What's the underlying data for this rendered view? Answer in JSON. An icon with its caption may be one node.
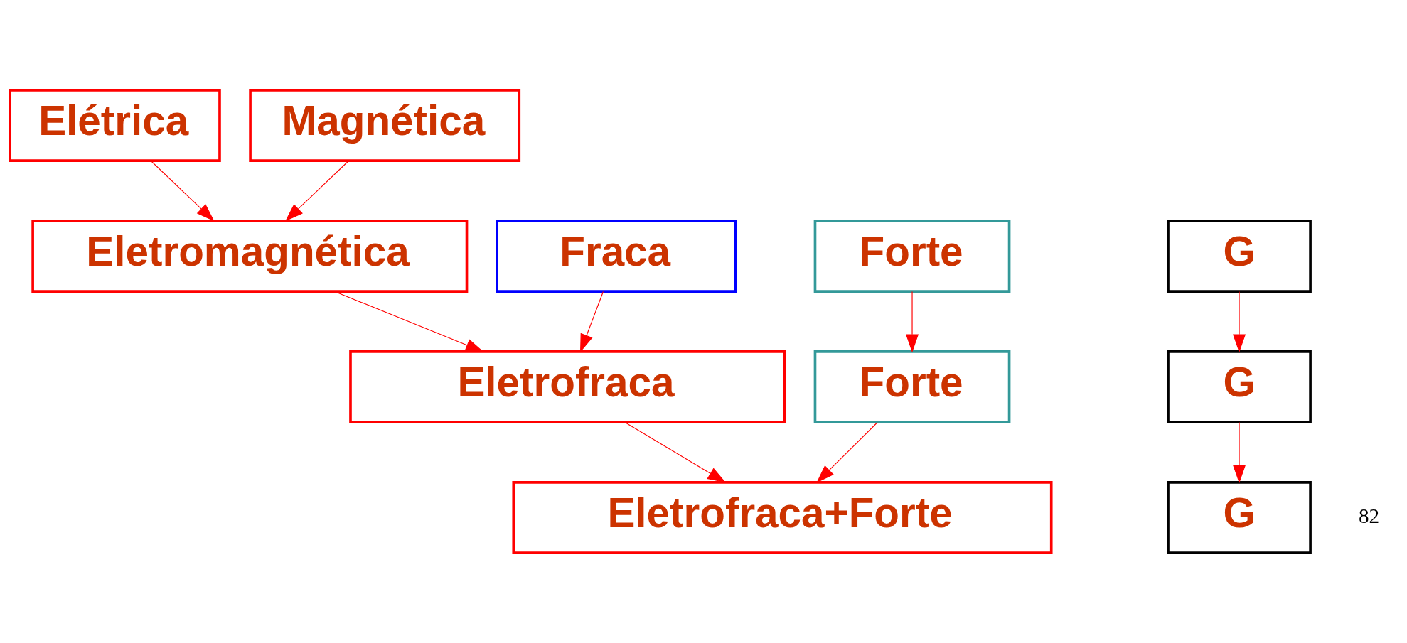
{
  "diagram": {
    "nodes": [
      {
        "text": [
          "Elétrica"
        ]
      },
      {
        "text": [
          "Magnética"
        ]
      },
      {
        "text": [
          "Eletromagnética"
        ]
      },
      {
        "text": [
          "Fraca"
        ]
      },
      {
        "text": [
          "Forte"
        ]
      },
      {
        "text": [
          "G"
        ]
      },
      {
        "text": [
          "Eletrofraca"
        ]
      },
      {
        "text": [
          "Forte"
        ]
      },
      {
        "text": [
          "G"
        ]
      },
      {
        "text": [
          "Eletrofraca+Forte"
        ]
      },
      {
        "text": [
          "G"
        ]
      }
    ],
    "edges": [
      {
        "from": 0,
        "to": 2,
        "arrow": "to"
      },
      {
        "from": 1,
        "to": 2,
        "arrow": "to"
      },
      {
        "from": 2,
        "to": 6,
        "arrow": "to"
      },
      {
        "from": 3,
        "to": 6,
        "arrow": "to"
      },
      {
        "from": 4,
        "to": 7,
        "arrow": "to"
      },
      {
        "from": 5,
        "to": 8,
        "arrow": "to"
      },
      {
        "from": 6,
        "to": 9,
        "arrow": "to"
      },
      {
        "from": 7,
        "to": 9,
        "arrow": "to"
      },
      {
        "from": 8,
        "to": 10,
        "arrow": "to"
      }
    ],
    "labels": [
      "82"
    ]
  }
}
